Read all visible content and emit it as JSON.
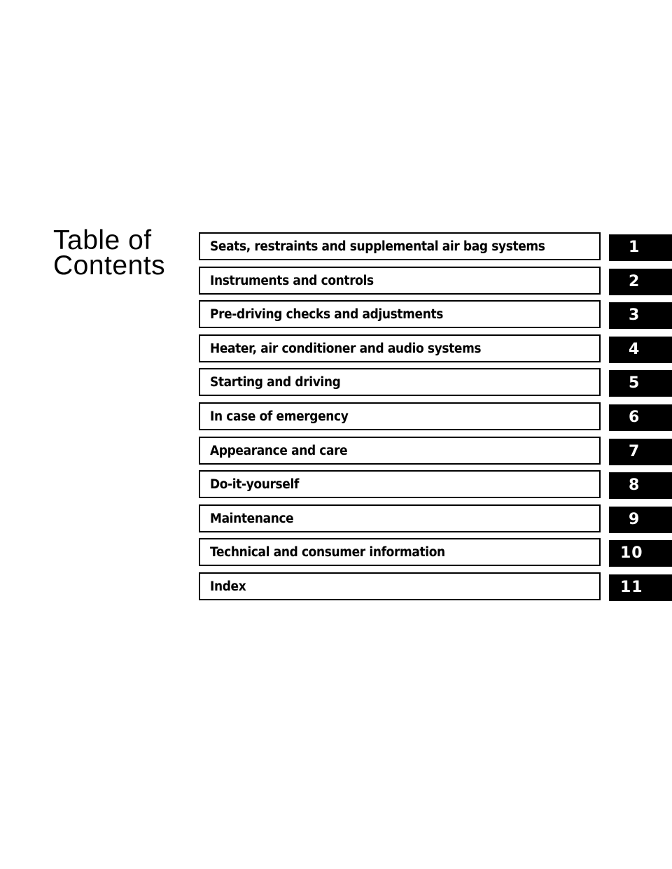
{
  "heading": {
    "line1": "Table of",
    "line2": "Contents"
  },
  "sections": [
    {
      "number": "1",
      "title": "Seats, restraints and supplemental air bag systems"
    },
    {
      "number": "2",
      "title": "Instruments and controls"
    },
    {
      "number": "3",
      "title": "Pre-driving checks and adjustments"
    },
    {
      "number": "4",
      "title": "Heater, air conditioner and audio systems"
    },
    {
      "number": "5",
      "title": "Starting and driving"
    },
    {
      "number": "6",
      "title": "In case of emergency"
    },
    {
      "number": "7",
      "title": "Appearance and care"
    },
    {
      "number": "8",
      "title": "Do-it-yourself"
    },
    {
      "number": "9",
      "title": "Maintenance"
    },
    {
      "number": "10",
      "title": "Technical and consumer information"
    },
    {
      "number": "11",
      "title": "Index"
    }
  ],
  "colors": {
    "text": "#000000",
    "tab_background": "#000000",
    "tab_text": "#ffffff",
    "page_background": "#ffffff"
  }
}
